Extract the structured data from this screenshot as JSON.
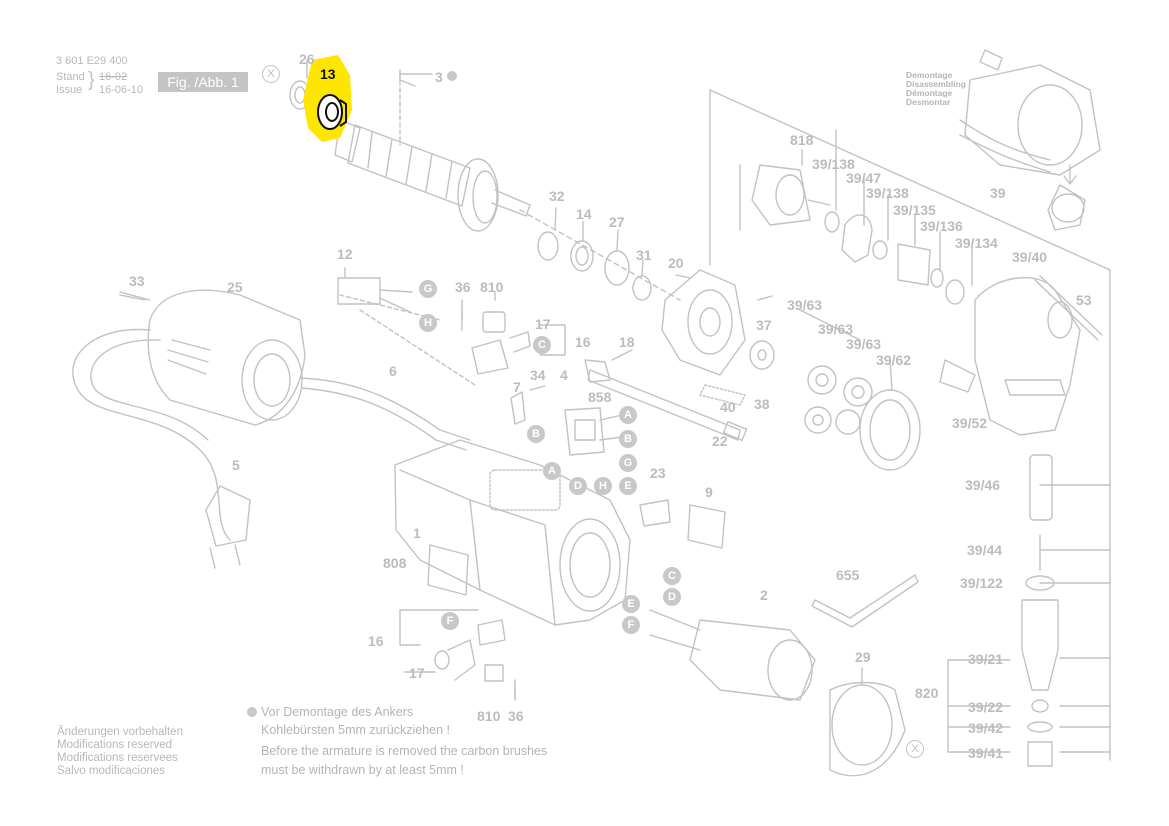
{
  "header": {
    "part_number": "3 601 E29 400",
    "stand_label": "Stand",
    "issue_label": "Issue",
    "stand_value_old": "16-02",
    "issue_value": "16-06-10",
    "figure_label": "Fig. /Abb. 1"
  },
  "highlight": {
    "part": "13",
    "color": "#ffe600"
  },
  "x_marker": "X",
  "part_labels": {
    "p26": "26",
    "p3": "3",
    "p32": "32",
    "p14": "14",
    "p27": "27",
    "p31": "31",
    "p20": "20",
    "p37": "37",
    "p38": "38",
    "p40": "40",
    "p22": "22",
    "p18": "18",
    "p12": "12",
    "p36a": "36",
    "p810a": "810",
    "p17a": "17",
    "p16a": "16",
    "p33": "33",
    "p25": "25",
    "p6": "6",
    "p7": "7",
    "p34": "34",
    "p4": "4",
    "p858": "858",
    "p23": "23",
    "p9": "9",
    "p5": "5",
    "p1": "1",
    "p808": "808",
    "p655": "655",
    "p2": "2",
    "p29": "29",
    "p16b": "16",
    "p17b": "17",
    "p810b": "810",
    "p36b": "36",
    "p818": "818",
    "p39_138a": "39/138",
    "p39_47": "39/47",
    "p39_138b": "39/138",
    "p39_135": "39/135",
    "p39_136": "39/136",
    "p39_134": "39/134",
    "p39": "39",
    "p39_40": "39/40",
    "p53": "53",
    "p39_63a": "39/63",
    "p39_63b": "39/63",
    "p39_63c": "39/63",
    "p39_62": "39/62",
    "p39_52": "39/52",
    "p39_46": "39/46",
    "p39_44": "39/44",
    "p39_122": "39/122",
    "p39_21": "39/21",
    "p820": "820",
    "p39_22": "39/22",
    "p39_42": "39/42",
    "p39_41": "39/41"
  },
  "letter_markers": {
    "g1": "G",
    "h1": "H",
    "c1": "C",
    "a1": "A",
    "b1": "B",
    "b2": "B",
    "g2": "G",
    "a2": "A",
    "d1": "D",
    "h2": "H",
    "e1": "E",
    "c2": "C",
    "d2": "D",
    "e2": "E",
    "f1": "F",
    "f2": "F"
  },
  "disassembly": {
    "de": "Demontage",
    "en": "Disassembling",
    "fr": "Démontage",
    "es": "Desmontar"
  },
  "footer_note": {
    "de_line1": "Vor Demontage des Ankers",
    "de_line2": "Kohlebürsten 5mm zurückziehen !",
    "en_line1": "Before the armature is removed the carbon brushes",
    "en_line2": "must be withdrawn by at least 5mm !"
  },
  "modifications": {
    "de": "Änderungen vorbehalten",
    "en": "Modifications reserved",
    "fr": "Modifications reservees",
    "es": "Salvo modificaciones"
  }
}
